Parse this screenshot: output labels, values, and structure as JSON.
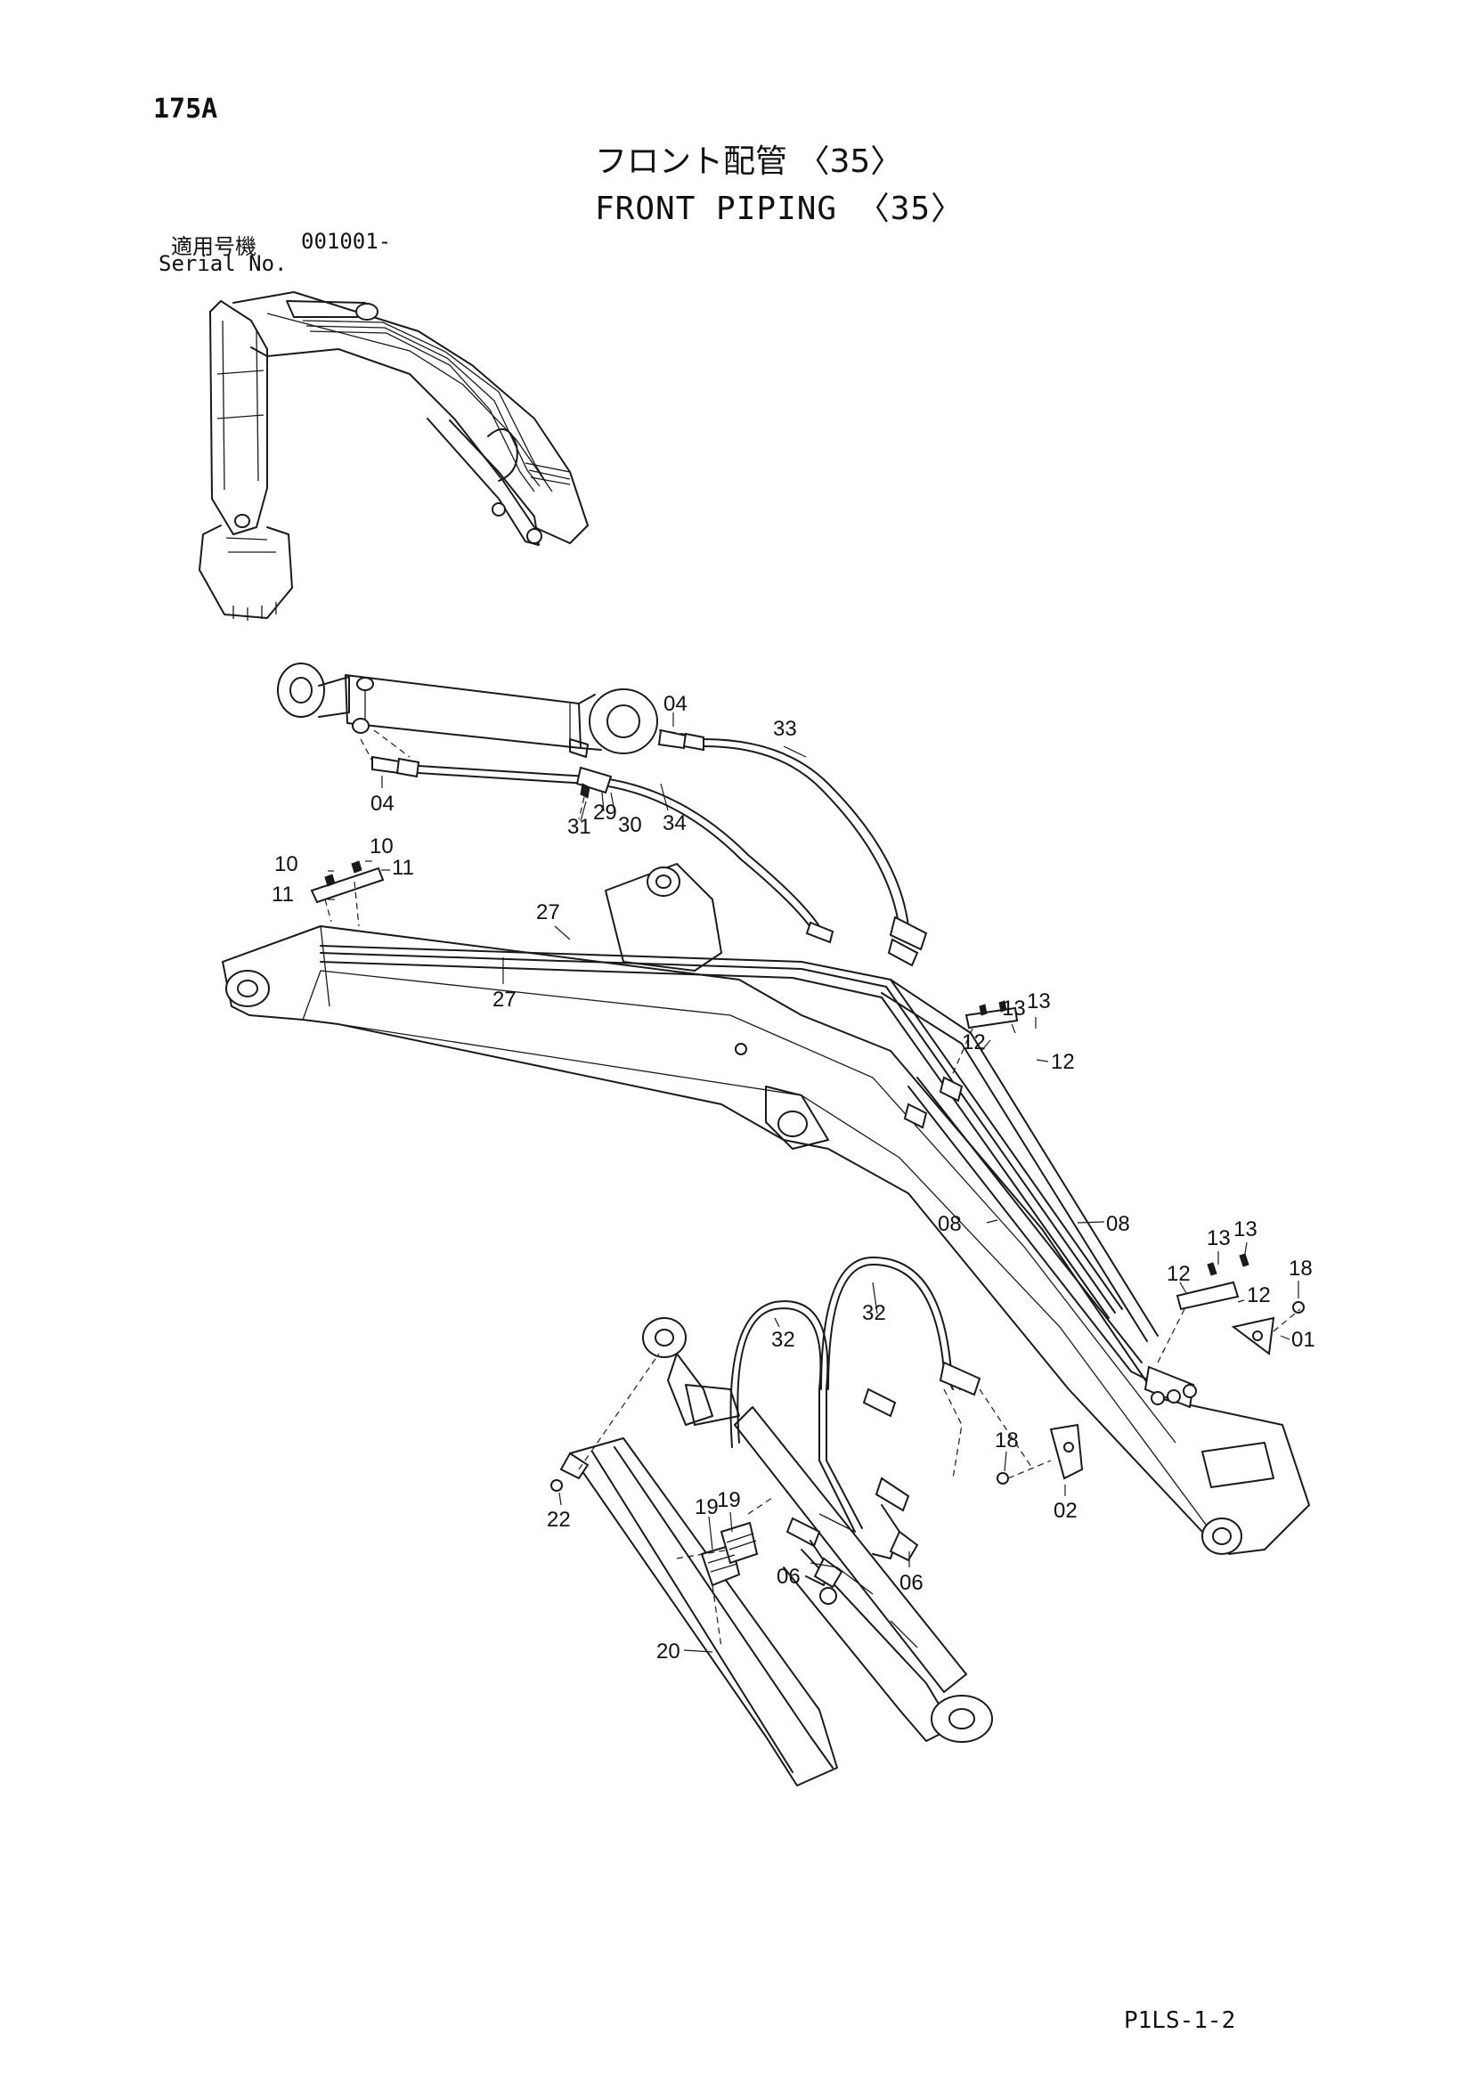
{
  "page_number": "175A",
  "title_jp": "フロント配管 〈35〉",
  "title_en": "FRONT PIPING 〈35〉",
  "serial": {
    "label_jp": "適用号機",
    "label_en": "Serial No.",
    "value": "001001-"
  },
  "drawing_code": "P1LS-1-2",
  "callouts": {
    "c01": "01",
    "c02": "02",
    "c04a": "04",
    "c04b": "04",
    "c06a": "06",
    "c06b": "06",
    "c08a": "08",
    "c08b": "08",
    "c10a": "10",
    "c10b": "10",
    "c11a": "11",
    "c11b": "11",
    "c12a": "12",
    "c12b": "12",
    "c12c": "12",
    "c12d": "12",
    "c13a": "13",
    "c13b": "13",
    "c13c": "13",
    "c13d": "13",
    "c18a": "18",
    "c18b": "18",
    "c19a": "19",
    "c19b": "19",
    "c20": "20",
    "c22": "22",
    "c27a": "27",
    "c27b": "27",
    "c29": "29",
    "c30": "30",
    "c31": "31",
    "c32a": "32",
    "c32b": "32",
    "c33": "33",
    "c34": "34"
  }
}
